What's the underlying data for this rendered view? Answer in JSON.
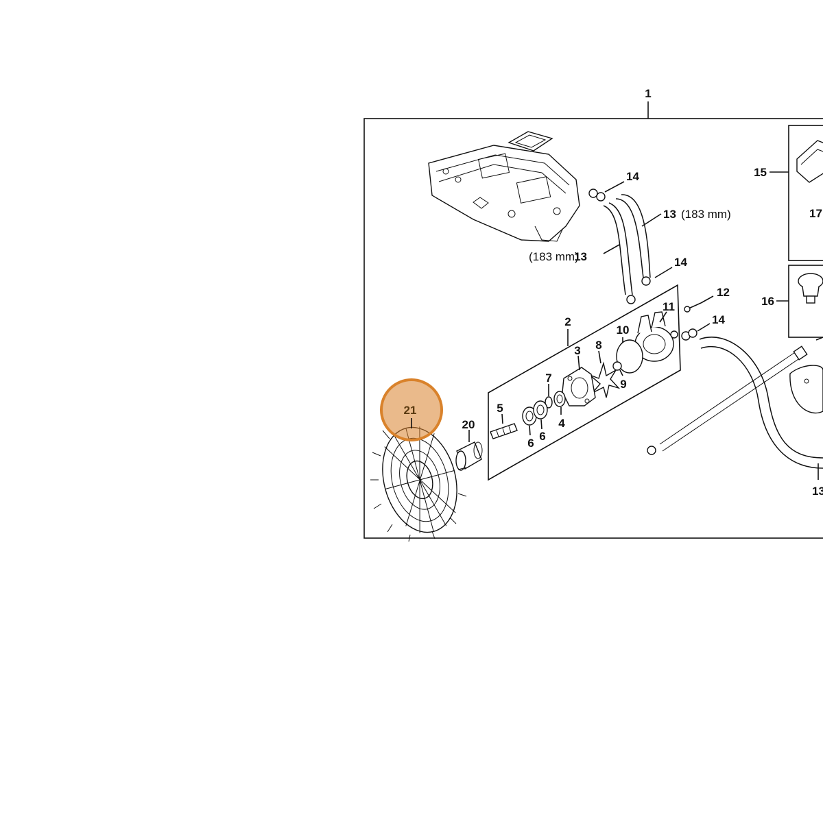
{
  "diagram": {
    "callouts": {
      "c1": "1",
      "c2": "2",
      "c3": "3",
      "c4": "4",
      "c5": "5",
      "c6a": "6",
      "c6b": "6",
      "c7": "7",
      "c8": "8",
      "c9": "9",
      "c10": "10",
      "c11": "11",
      "c12": "12",
      "c13a": "13",
      "c13b": "13",
      "c13c": "13",
      "c14a": "14",
      "c14b": "14",
      "c14c": "14",
      "c15": "15",
      "c16": "16",
      "c17": "17",
      "c20": "20",
      "c21": "21"
    },
    "length_notes": {
      "hose_right": "(183 mm)",
      "hose_left": "(183 mm)"
    },
    "highlight": {
      "part": "21",
      "color": "#d9822b"
    }
  }
}
